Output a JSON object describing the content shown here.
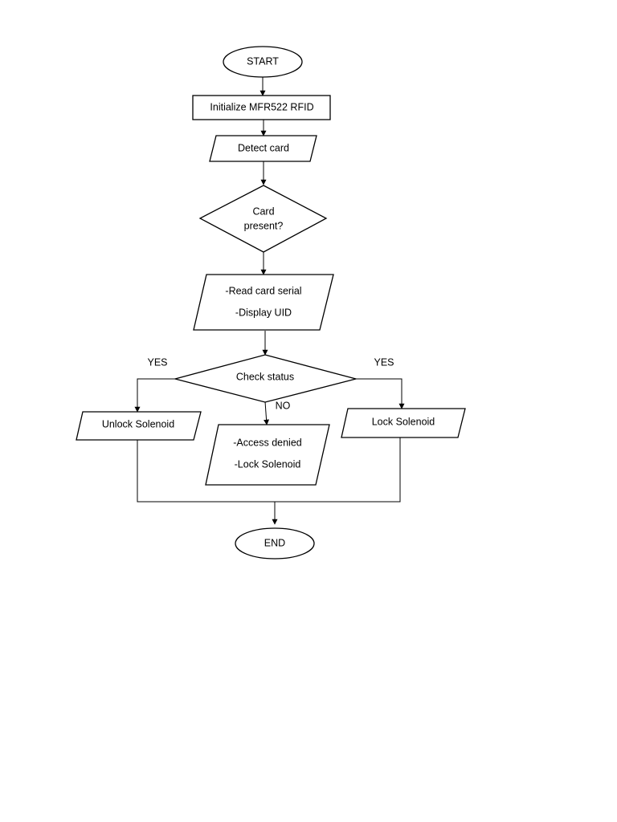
{
  "nodes": {
    "start": {
      "label": "START"
    },
    "init": {
      "label": "Initialize MFR522 RFID"
    },
    "detect": {
      "label": "Detect card"
    },
    "card_present": {
      "line1": "Card",
      "line2": "present?"
    },
    "read": {
      "line1": "-Read card serial",
      "line2": "-Display UID"
    },
    "check": {
      "label": "Check status"
    },
    "unlock": {
      "label": "Unlock Solenoid"
    },
    "denied": {
      "line1": "-Access denied",
      "line2": "-Lock  Solenoid"
    },
    "lock": {
      "label": "Lock Solenoid"
    },
    "end": {
      "label": "END"
    }
  },
  "edges": {
    "yes_left": "YES",
    "yes_right": "YES",
    "no": "NO"
  },
  "colors": {
    "stroke": "#000000",
    "fill": "#ffffff",
    "background": "#ffffff"
  }
}
